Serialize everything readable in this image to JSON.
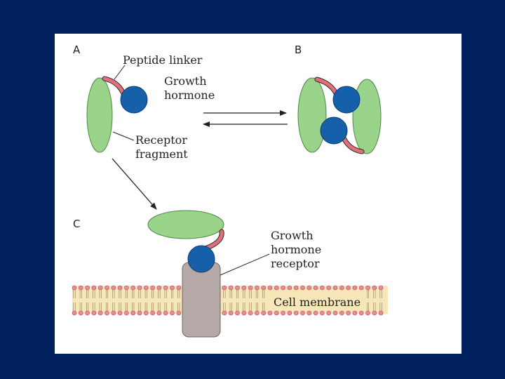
{
  "labels": {
    "panel_a": "A",
    "panel_b": "B",
    "panel_c": "C",
    "peptide_linker": "Peptide linker",
    "growth_hormone_1": "Growth",
    "growth_hormone_2": "hormone",
    "receptor_fragment_1": "Receptor",
    "receptor_fragment_2": "fragment",
    "gh_receptor_1": "Growth",
    "gh_receptor_2": "hormone",
    "gh_receptor_3": "receptor",
    "cell_membrane": "Cell membrane"
  },
  "colors": {
    "background": "#002060",
    "panel": "#ffffff",
    "receptor_green": "#9ad48a",
    "hormone_blue": "#1560a8",
    "linker_red": "#e2707a",
    "receptor_stem": "#b5a8a6",
    "membrane_band": "#f6e6b8",
    "lipid_head": "#e88a98"
  }
}
